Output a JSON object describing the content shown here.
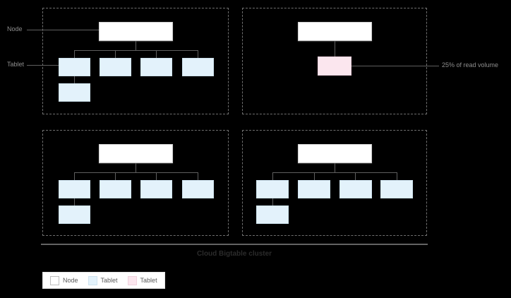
{
  "diagram": {
    "caption": "Cloud Bigtable cluster",
    "side_labels": {
      "node": "Node",
      "tablet": "Tablet"
    },
    "callout": {
      "hot_tablet": "25% of read volume"
    },
    "colors": {
      "background": "#000000",
      "node_fill": "#ffffff",
      "tablet_fill": "#e3f2fb",
      "hot_tablet_fill": "#fbe6ee",
      "connector": "#5f5f5f",
      "quadrant_border": "#6f6f6f",
      "label_text": "#8e8e8e",
      "caption_text": "#2b2b2b"
    },
    "legend": {
      "items": [
        {
          "label": "Node",
          "swatch": "#ffffff",
          "name": "legend-node"
        },
        {
          "label": "Tablet",
          "swatch": "#e3f2fb",
          "name": "legend-tablet"
        },
        {
          "label": "Tablet",
          "swatch": "#fbe6ee",
          "name": "legend-tablet-hot"
        }
      ]
    },
    "quadrants": [
      {
        "id": "top-left",
        "node_count": 1,
        "tablet_count": 5,
        "hot_tablet_count": 0,
        "has_side_labels": true
      },
      {
        "id": "top-right",
        "node_count": 1,
        "tablet_count": 0,
        "hot_tablet_count": 1,
        "has_callout": true
      },
      {
        "id": "bottom-left",
        "node_count": 1,
        "tablet_count": 5,
        "hot_tablet_count": 0
      },
      {
        "id": "bottom-right",
        "node_count": 1,
        "tablet_count": 5,
        "hot_tablet_count": 0
      }
    ]
  }
}
